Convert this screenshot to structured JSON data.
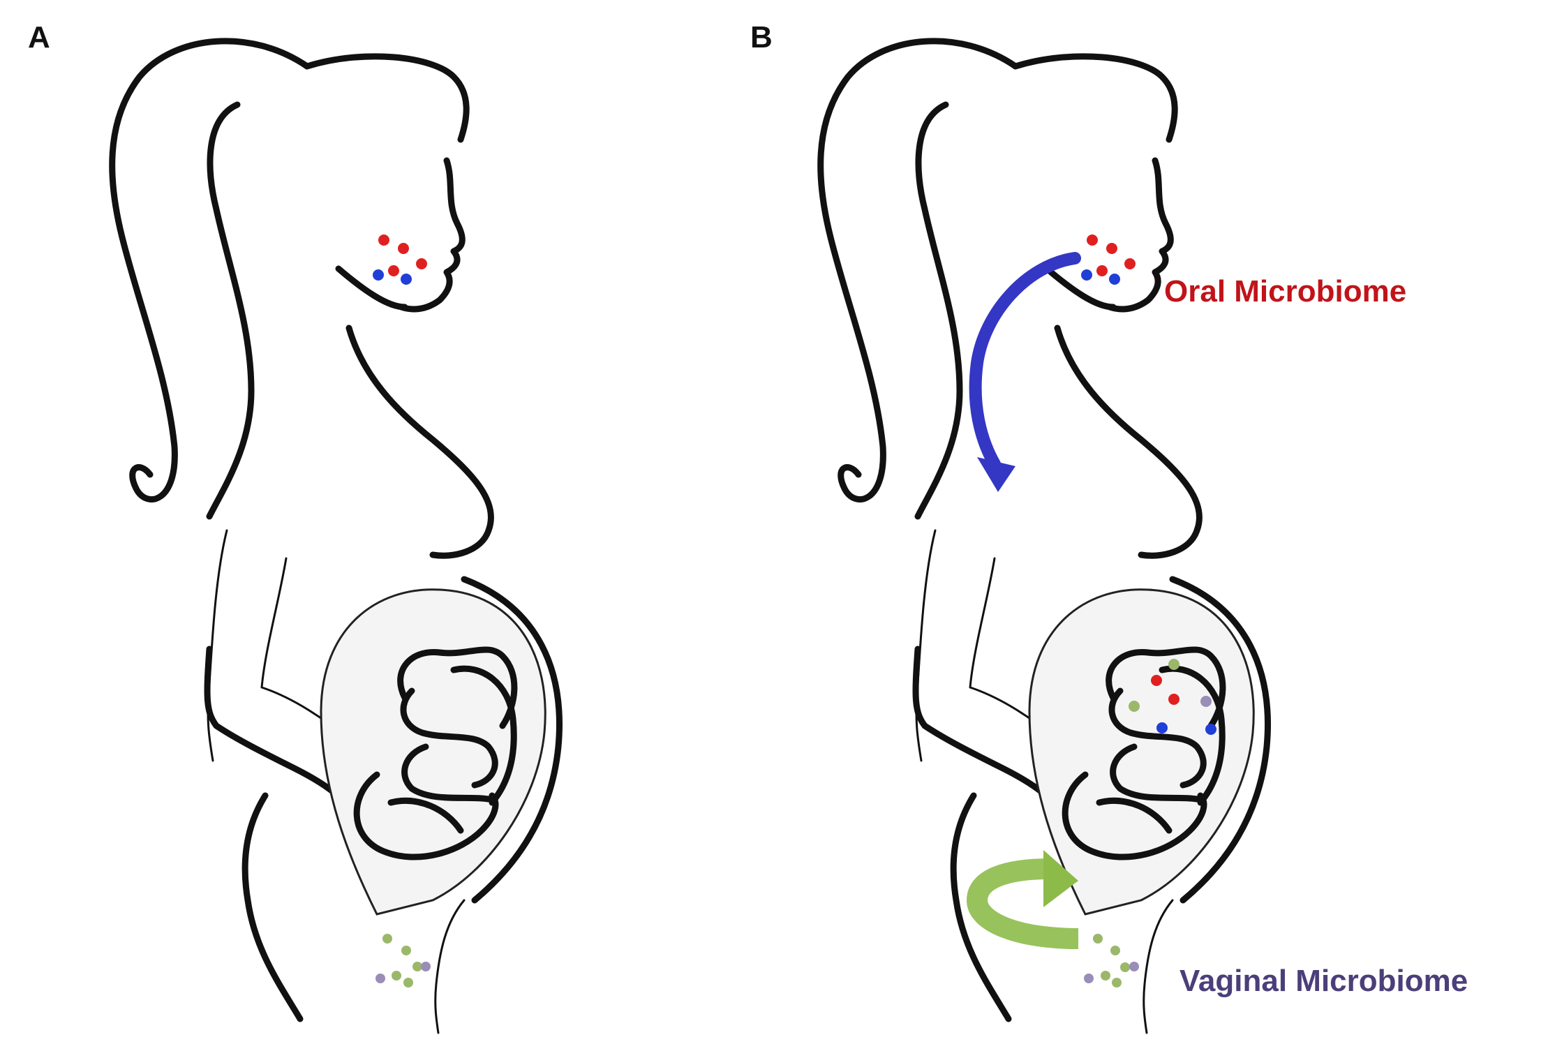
{
  "panels": [
    {
      "label": "A"
    },
    {
      "label": "B",
      "oral_label": "Oral Microbiome",
      "vaginal_label": "Vaginal Microbiome"
    }
  ],
  "colors": {
    "oral_red": "#e02020",
    "oral_blue": "#1f3fd8",
    "vaginal_green": "#9bb86a",
    "vaginal_purple": "#9a8db8",
    "arrow_blue": "#3437c4",
    "arrow_green": "#8dbb4a",
    "oral_text": "#c0141a",
    "vaginal_text": "#4b3f7a"
  }
}
